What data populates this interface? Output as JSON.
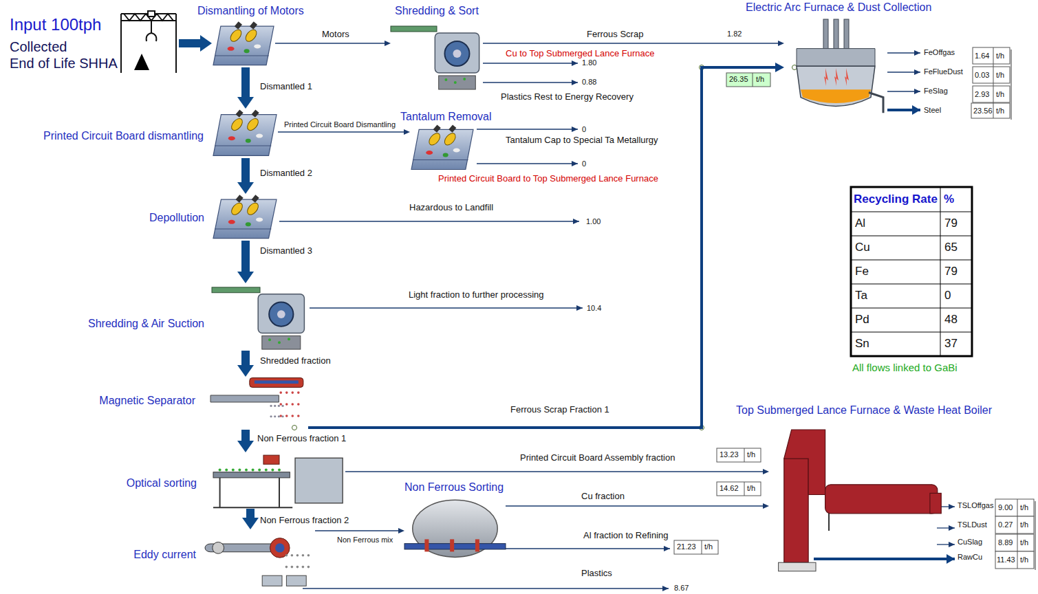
{
  "diagram": {
    "nodes": [
      {
        "text": [
          "Input 100tph",
          "Collected",
          "End of Life SHHA"
        ]
      },
      {
        "text": [
          "Dismantling of Motors"
        ]
      },
      {
        "text": [
          "Shredding & Sort"
        ]
      },
      {
        "text": [
          "Electric Arc Furnace & Dust Collection"
        ]
      },
      {
        "text": [
          "Printed Circuit Board dismantling"
        ]
      },
      {
        "text": [
          "Tantalum Removal"
        ]
      },
      {
        "text": [
          "Depollution"
        ]
      },
      {
        "text": [
          "Shredding & Air Suction"
        ]
      },
      {
        "text": [
          "Magnetic Separator"
        ]
      },
      {
        "text": [
          "Optical sorting"
        ]
      },
      {
        "text": [
          "Eddy current"
        ]
      },
      {
        "text": [
          "Non Ferrous Sorting"
        ]
      },
      {
        "text": [
          "Top Submerged Lance Furnace & Waste Heat Boiler"
        ]
      }
    ],
    "edges": [
      {
        "from": 0,
        "to": 1,
        "arrow": "to"
      },
      {
        "from": 1,
        "to": 2,
        "label": "Motors",
        "arrow": "to"
      },
      {
        "from": 2,
        "to": 3,
        "label": "Ferrous Scrap",
        "arrow": "to"
      },
      {
        "from": 1,
        "to": 4,
        "label": "Dismantled 1",
        "arrow": "to"
      },
      {
        "from": 4,
        "to": 5,
        "label": "Printed Circuit Board Dismantling",
        "arrow": "to"
      },
      {
        "from": 4,
        "to": 6,
        "label": "Dismantled 2",
        "arrow": "to"
      },
      {
        "from": 6,
        "to": 7,
        "label": "Dismantled 3",
        "arrow": "to"
      },
      {
        "from": 7,
        "to": 8,
        "label": "Shredded fraction",
        "arrow": "to"
      },
      {
        "from": 8,
        "to": 3,
        "label": "Ferrous Scrap Fraction 1",
        "arrow": "to"
      },
      {
        "from": 8,
        "to": 9,
        "label": "Non Ferrous fraction 1",
        "arrow": "to"
      },
      {
        "from": 9,
        "to": 12,
        "label": "Printed Circuit Board Assembly fraction",
        "arrow": "to"
      },
      {
        "from": 9,
        "to": 10,
        "label": "Non Ferrous fraction 2",
        "arrow": "to"
      },
      {
        "from": 10,
        "to": 11,
        "label": "Non Ferrous mix",
        "arrow": "to"
      },
      {
        "from": 11,
        "to": 12,
        "label": "Cu fraction",
        "arrow": "to"
      }
    ],
    "labels": [
      "1.82",
      "Cu to Top Submerged Lance Furnace",
      "1.80",
      "0.88",
      "Plastics Rest to Energy Recovery",
      "0",
      "Tantalum Cap to Special Ta Metallurgy",
      "0",
      "Printed Circuit Board to Top Submerged Lance Furnace",
      "Hazardous to Landfill",
      "1.00",
      "Light fraction to further processing",
      "10.4",
      "26.35",
      "t/h",
      "FeOffgas",
      "1.64",
      "t/h",
      "FeFlueDust",
      "0.03",
      "t/h",
      "FeSlag",
      "2.93",
      "t/h",
      "Steel",
      "23.56",
      "t/h",
      "Recycling Rate",
      "%",
      "Al",
      "79",
      "Cu",
      "65",
      "Fe",
      "79",
      "Ta",
      "0",
      "Pd",
      "48",
      "Sn",
      "37",
      "All flows linked to GaBi",
      "13.23",
      "t/h",
      "14.62",
      "t/h",
      "Al fraction to Refining",
      "21.23",
      "t/h",
      "Plastics",
      "8.67",
      "TSLOffgas",
      "9.00",
      "t/h",
      "TSLDust",
      "0.27",
      "t/h",
      "CuSlag",
      "8.89",
      "t/h",
      "RawCu",
      "11.43",
      "t/h"
    ]
  }
}
